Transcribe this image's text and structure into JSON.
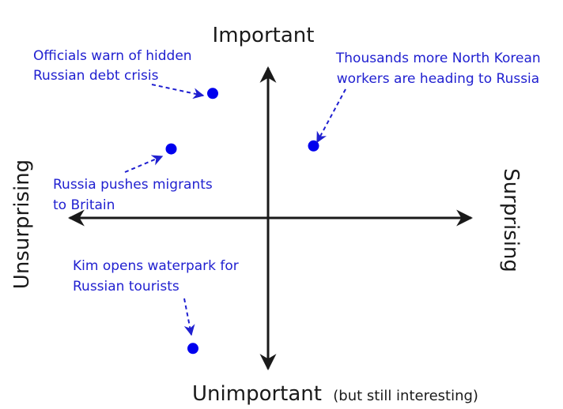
{
  "chart_data": {
    "type": "scatter",
    "title": "",
    "axes": {
      "top": "Important",
      "bottom_main": "Unimportant",
      "bottom_note": "(but still interesting)",
      "left": "Unsurprising",
      "right": "Surprising"
    },
    "xlim": [
      -1,
      1
    ],
    "ylim": [
      -1,
      1
    ],
    "grid": false,
    "colors": {
      "axis": "#1a1a1a",
      "point": "#0000ee",
      "annotation": "#1f1fd0"
    },
    "points": [
      {
        "label_lines": [
          "Officials warn of hidden",
          "Russian debt crisis"
        ],
        "x": -0.28,
        "y": 0.83
      },
      {
        "label_lines": [
          "Thousands more North Korean",
          "workers are heading to Russia"
        ],
        "x": 0.23,
        "y": 0.48
      },
      {
        "label_lines": [
          "Russia pushes migrants",
          "to Britain"
        ],
        "x": -0.49,
        "y": 0.46
      },
      {
        "label_lines": [
          "Kim opens waterpark for",
          "Russian tourists"
        ],
        "x": -0.38,
        "y": -0.87
      }
    ]
  }
}
